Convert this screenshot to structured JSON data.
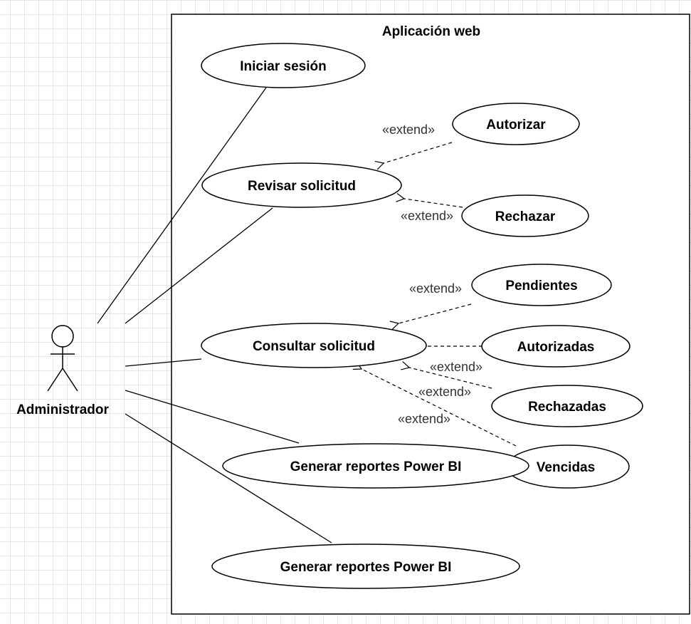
{
  "diagram": {
    "system_title": "Aplicación web",
    "actor": {
      "name": "Administrador",
      "icon": "stick-figure-icon"
    },
    "use_cases": [
      "Iniciar sesión",
      "Revisar solicitud",
      "Autorizar",
      "Rechazar",
      "Pendientes",
      "Consultar solicitud",
      "Autorizadas",
      "Rechazadas",
      "Vencidas",
      "Generar reportes Power BI",
      "Generar reportes Power BI"
    ],
    "extend_labels": [
      "«extend»",
      "«extend»",
      "«extend»",
      "«extend»",
      "«extend»",
      "«extend»"
    ],
    "colors": {
      "stroke": "#000000",
      "grid": "#e6e6e6",
      "stereotype_text": "#333333"
    }
  }
}
